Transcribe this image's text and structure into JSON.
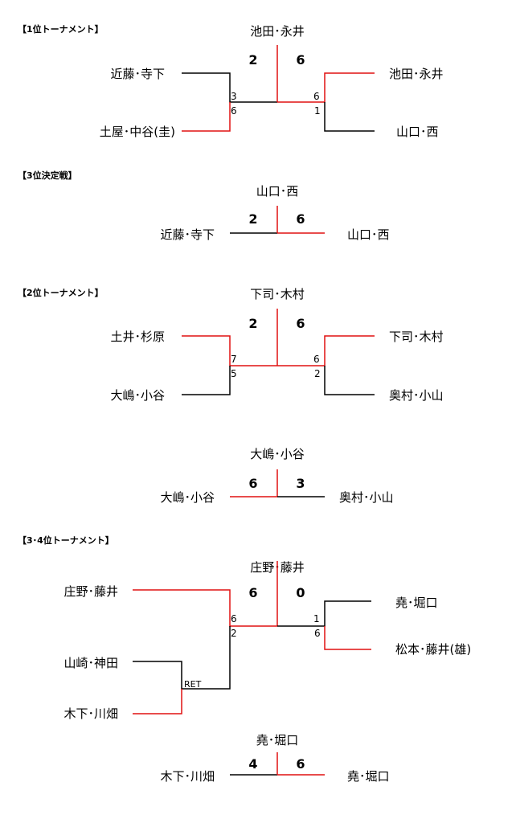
{
  "sections": {
    "first": "【1位トーナメント】",
    "third_place": "【3位決定戦】",
    "second": "【2位トーナメント】",
    "third_fourth": "【3･4位トーナメント】"
  },
  "first_tournament": {
    "winner": "池田･永井",
    "final_score_left": "2",
    "final_score_right": "6",
    "left_top": "近藤･寺下",
    "left_bottom": "土屋･中谷(圭)",
    "left_score_top": "3",
    "left_score_bottom": "6",
    "right_top": "池田･永井",
    "right_bottom": "山口･西",
    "right_score_top": "6",
    "right_score_bottom": "1"
  },
  "third_place_match": {
    "winner": "山口･西",
    "score_left": "2",
    "score_right": "6",
    "left": "近藤･寺下",
    "right": "山口･西"
  },
  "second_tournament": {
    "winner": "下司･木村",
    "final_score_left": "2",
    "final_score_right": "6",
    "left_top": "土井･杉原",
    "left_bottom": "大嶋･小谷",
    "left_score_top": "7",
    "left_score_bottom": "5",
    "right_top": "下司･木村",
    "right_bottom": "奥村･小山",
    "right_score_top": "6",
    "right_score_bottom": "2"
  },
  "second_place_match": {
    "winner": "大嶋･小谷",
    "score_left": "6",
    "score_right": "3",
    "left": "大嶋･小谷",
    "right": "奥村･小山"
  },
  "third_fourth_tournament": {
    "winner": "庄野･藤井",
    "final_score_left": "6",
    "final_score_right": "0",
    "left_top": "庄野･藤井",
    "left_mid": "山崎･神田",
    "left_bottom": "木下･川畑",
    "ret_label": "RET",
    "left_score_top": "6",
    "left_score_bottom": "2",
    "right_top": "堯･堀口",
    "right_bottom": "松本･藤井(雄)",
    "right_score_top": "1",
    "right_score_bottom": "6"
  },
  "final_match": {
    "winner": "堯･堀口",
    "score_left": "4",
    "score_right": "6",
    "left": "木下･川畑",
    "right": "堯･堀口"
  },
  "colors": {
    "winner_line": "#e01010",
    "line": "#000000"
  }
}
